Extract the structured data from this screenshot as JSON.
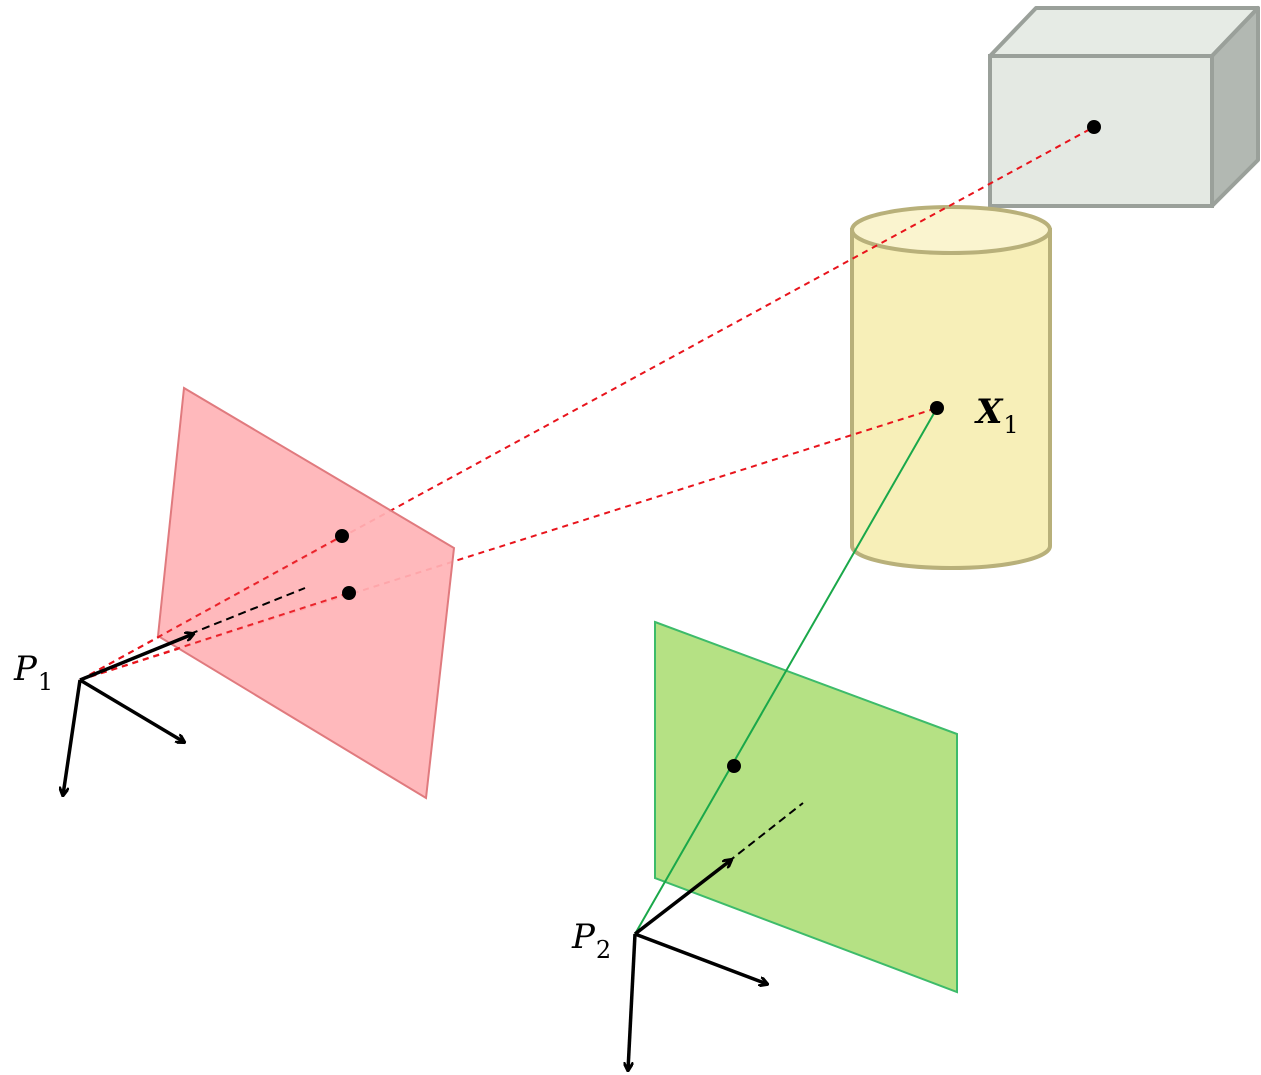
{
  "labels": {
    "camera1": {
      "main": "P",
      "sub": "1"
    },
    "camera2": {
      "main": "P",
      "sub": "2"
    },
    "point": {
      "main": "X",
      "sub": "1"
    }
  },
  "colors": {
    "image_plane_1_fill": "#ffb3b6",
    "image_plane_1_stroke": "#e07a7e",
    "image_plane_2_fill": "#b5e184",
    "image_plane_2_stroke": "#3dbb6a",
    "cylinder_body": "#f7efb8",
    "cylinder_top": "#faf4cf",
    "cylinder_stroke": "#b8b07a",
    "box_front": "#e4e9e3",
    "box_side": "#b2b8b2",
    "box_top": "#e6ebe5",
    "box_stroke": "#9aa09a",
    "projection_ray_1": "#e8141c",
    "projection_ray_2": "#1aa84a",
    "axis": "#000000"
  }
}
